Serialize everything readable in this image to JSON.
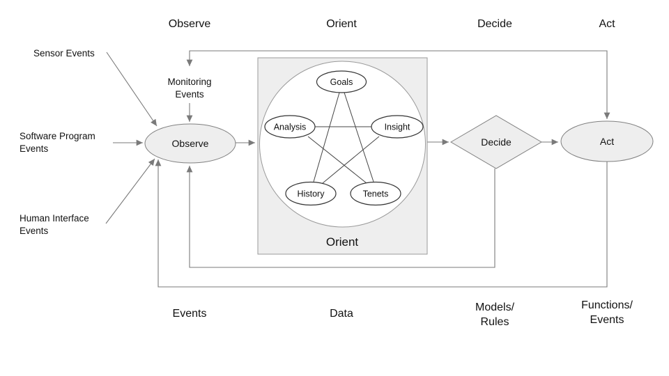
{
  "diagram": {
    "headers": {
      "observe": "Observe",
      "orient": "Orient",
      "decide": "Decide",
      "act": "Act"
    },
    "footers": {
      "events": "Events",
      "data": "Data",
      "models": "Models/",
      "rules": "Rules",
      "functions": "Functions/",
      "functions_events": "Events"
    },
    "inputs": {
      "sensor": "Sensor Events",
      "software_1": "Software Program",
      "software_2": "Events",
      "human_1": "Human Interface",
      "human_2": "Events",
      "monitoring_1": "Monitoring",
      "monitoring_2": "Events"
    },
    "nodes": {
      "observe": "Observe",
      "orient": "Orient",
      "decide": "Decide",
      "act": "Act",
      "goals": "Goals",
      "analysis": "Analysis",
      "insight": "Insight",
      "history": "History",
      "tenets": "Tenets"
    },
    "colors": {
      "shape_fill": "#eeeeee",
      "shape_stroke": "#7f7f7f",
      "connector": "#7a7a7a",
      "inner_node_stroke": "#333333",
      "background": "#ffffff"
    }
  }
}
